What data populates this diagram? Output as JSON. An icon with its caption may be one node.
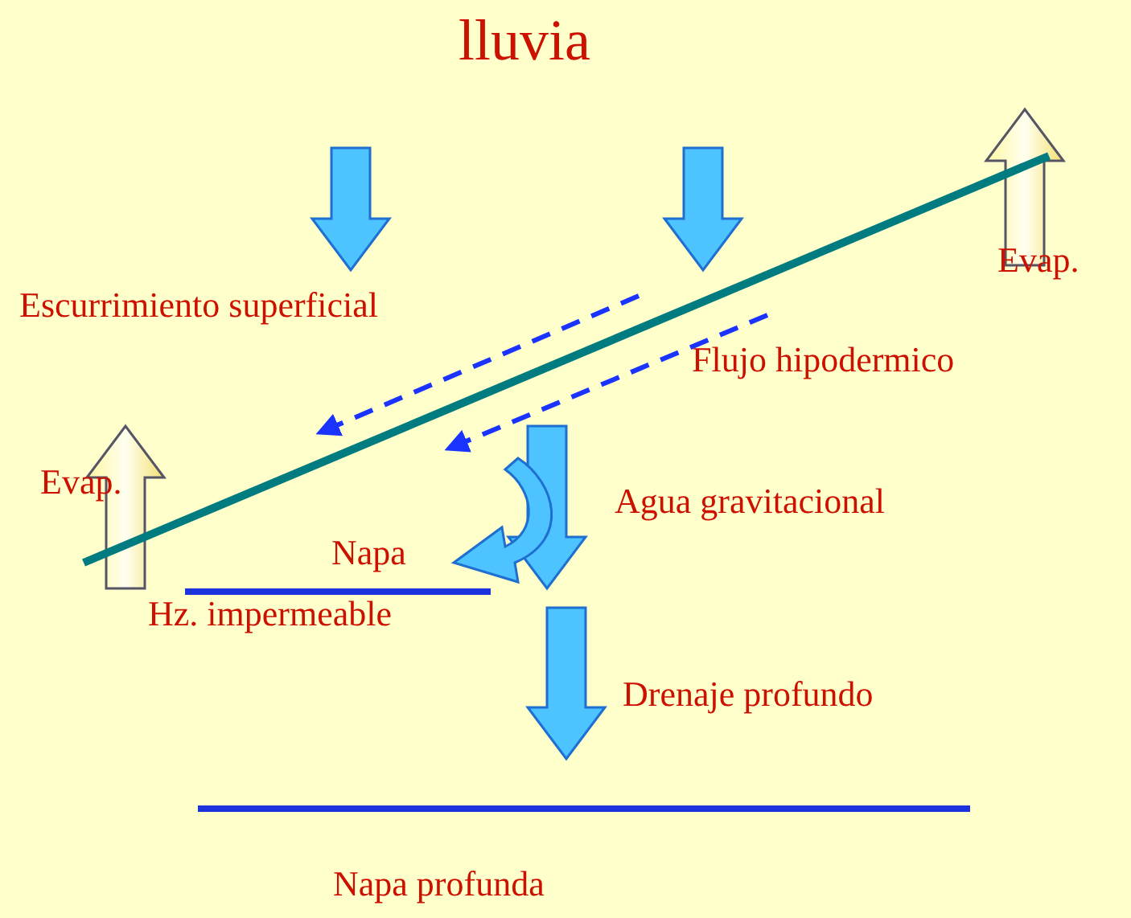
{
  "diagram": {
    "title": "lluvia",
    "labels": [
      "Escurrimiento superficial",
      "Flujo hipodermico",
      "Evap.",
      "Evap.",
      "Agua gravitacional",
      "Napa",
      "Hz. impermeable",
      "Drenaje profundo",
      "Napa profunda"
    ]
  }
}
